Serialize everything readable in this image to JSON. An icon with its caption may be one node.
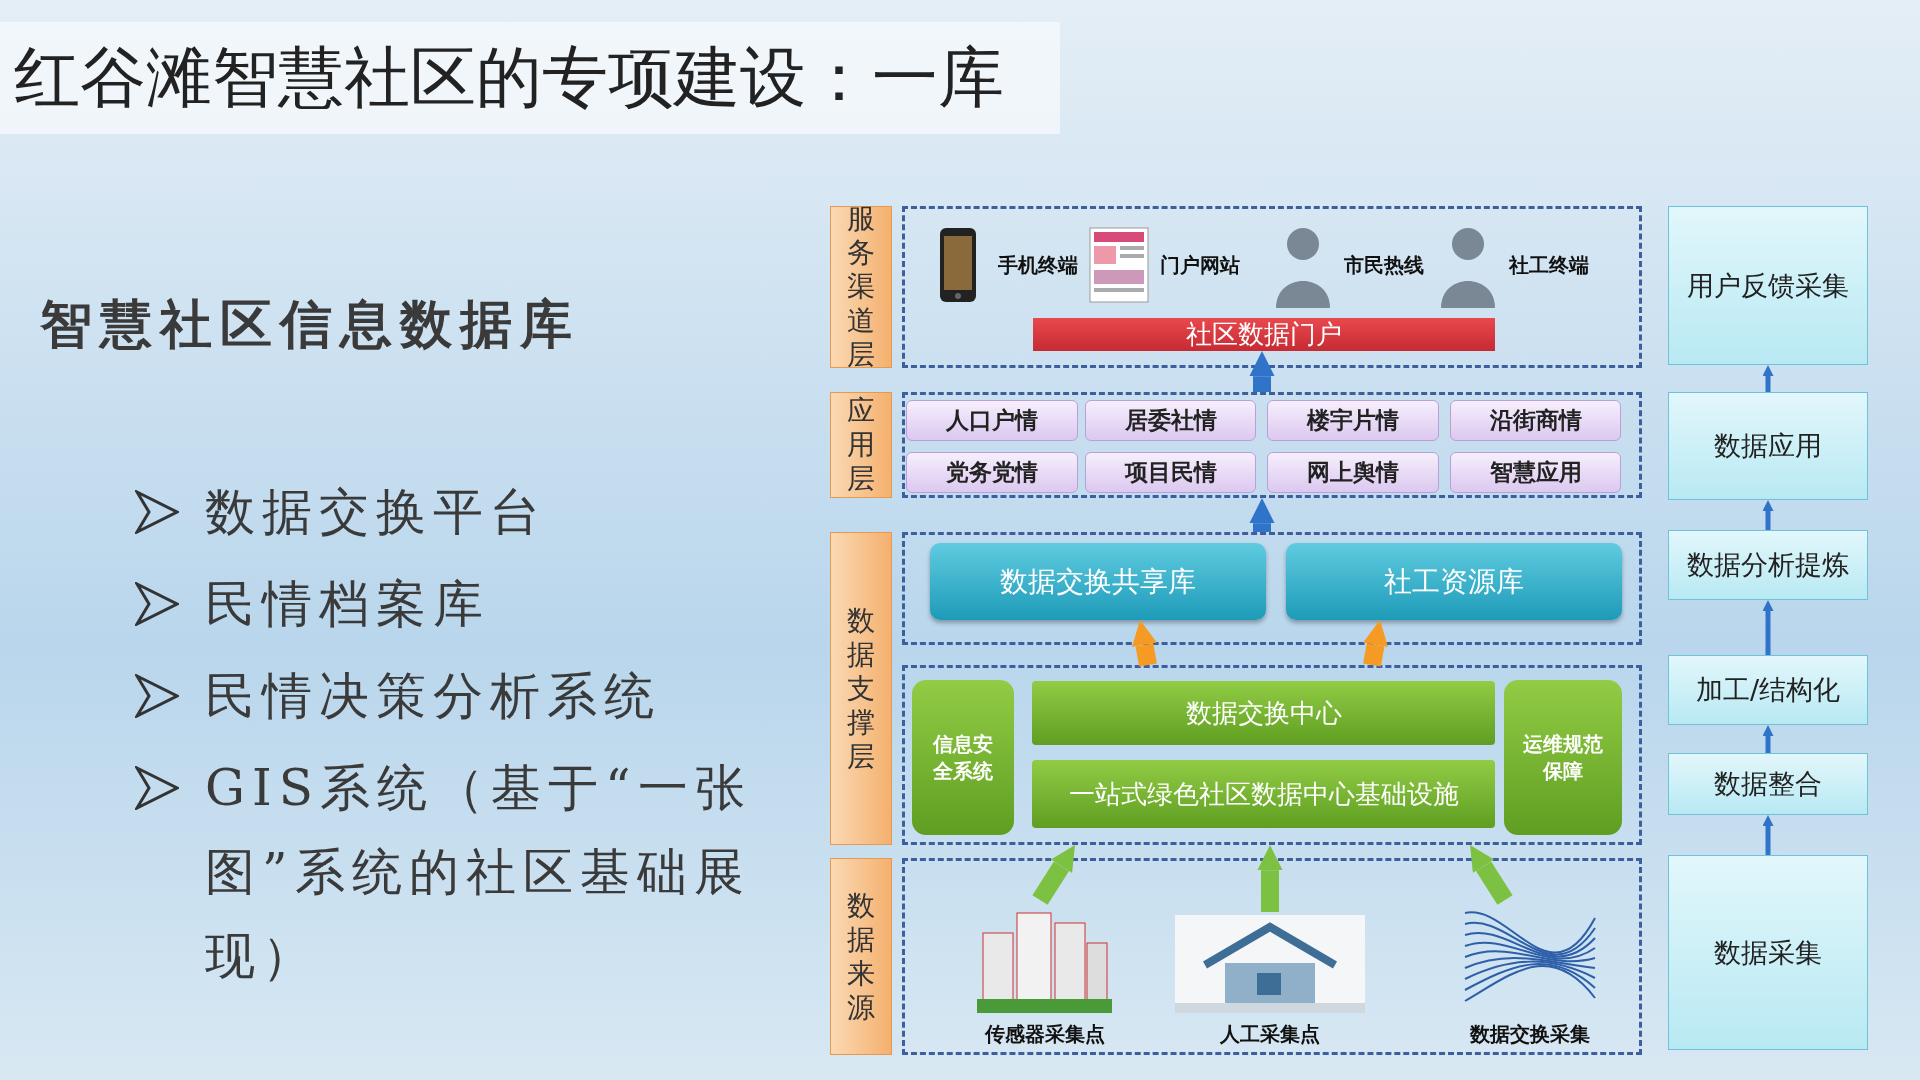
{
  "diagram": {
    "title": "红谷滩智慧社区的专项建设：一库",
    "nodes": [
      {
        "text": [
          "服务渠道层"
        ]
      },
      {
        "text": [
          "应用层"
        ]
      },
      {
        "text": [
          "数据支撑层"
        ]
      },
      {
        "text": [
          "数据来源"
        ]
      },
      {
        "text": [],
        "shape": "box"
      },
      {
        "text": [
          "手机终端"
        ],
        "in": 4
      },
      {
        "text": [
          "门户网站"
        ],
        "in": 4
      },
      {
        "text": [
          "市民热线"
        ],
        "in": 4
      },
      {
        "text": [
          "社工终端"
        ],
        "in": 4
      },
      {
        "text": [
          "社区数据门户"
        ],
        "in": 4
      },
      {
        "text": [],
        "shape": "box"
      },
      {
        "text": [
          "人口户情"
        ],
        "in": 10
      },
      {
        "text": [
          "居委社情"
        ],
        "in": 10
      },
      {
        "text": [
          "楼宇片情"
        ],
        "in": 10
      },
      {
        "text": [
          "沿街商情"
        ],
        "in": 10
      },
      {
        "text": [
          "党务党情"
        ],
        "in": 10
      },
      {
        "text": [
          "项目民情"
        ],
        "in": 10
      },
      {
        "text": [
          "网上舆情"
        ],
        "in": 10
      },
      {
        "text": [
          "智慧应用"
        ],
        "in": 10
      },
      {
        "text": [],
        "shape": "box"
      },
      {
        "text": [
          "数据交换共享库"
        ],
        "in": 19
      },
      {
        "text": [
          "社工资源库"
        ],
        "in": 19
      },
      {
        "text": [],
        "shape": "box"
      },
      {
        "text": [
          "信息安全系统"
        ],
        "in": 22
      },
      {
        "text": [
          "数据交换中心"
        ],
        "in": 22
      },
      {
        "text": [
          "一站式绿色社区数据中心基础设施"
        ],
        "in": 22
      },
      {
        "text": [
          "运维规范保障"
        ],
        "in": 22
      },
      {
        "text": [],
        "shape": "box"
      },
      {
        "text": [
          "传感器采集点"
        ],
        "in": 27
      },
      {
        "text": [
          "人工采集点"
        ],
        "in": 27
      },
      {
        "text": [
          "数据交换采集"
        ],
        "in": 27
      },
      {
        "text": [
          "用户反馈采集"
        ]
      },
      {
        "text": [
          "数据应用"
        ]
      },
      {
        "text": [
          "数据分析提炼"
        ]
      },
      {
        "text": [
          "加工/结构化"
        ]
      },
      {
        "text": [
          "数据整合"
        ]
      },
      {
        "text": [
          "数据采集"
        ]
      }
    ],
    "edges": [
      {
        "from": 10,
        "to": 9,
        "arrow": "to"
      },
      {
        "from": 19,
        "to": 10,
        "arrow": "to"
      },
      {
        "from": 22,
        "to": 20,
        "arrow": "to",
        "color": "#f59a23"
      },
      {
        "from": 22,
        "to": 21,
        "arrow": "to",
        "color": "#f59a23"
      },
      {
        "from": 28,
        "to": 22,
        "arrow": "to",
        "color": "#7cc142"
      },
      {
        "from": 29,
        "to": 22,
        "arrow": "to",
        "color": "#7cc142"
      },
      {
        "from": 30,
        "to": 22,
        "arrow": "to",
        "color": "#7cc142"
      },
      {
        "from": 36,
        "to": 35,
        "arrow": "to"
      },
      {
        "from": 35,
        "to": 34,
        "arrow": "to"
      },
      {
        "from": 34,
        "to": 33,
        "arrow": "to"
      },
      {
        "from": 33,
        "to": 32,
        "arrow": "to"
      },
      {
        "from": 32,
        "to": 31,
        "arrow": "to"
      }
    ],
    "labels": [
      "智慧社区信息数据库",
      "数据交换平台",
      "民情档案库",
      "民情决策分析系统",
      "GIS系统（基于“一张图”系统的社区基础展现）"
    ]
  }
}
